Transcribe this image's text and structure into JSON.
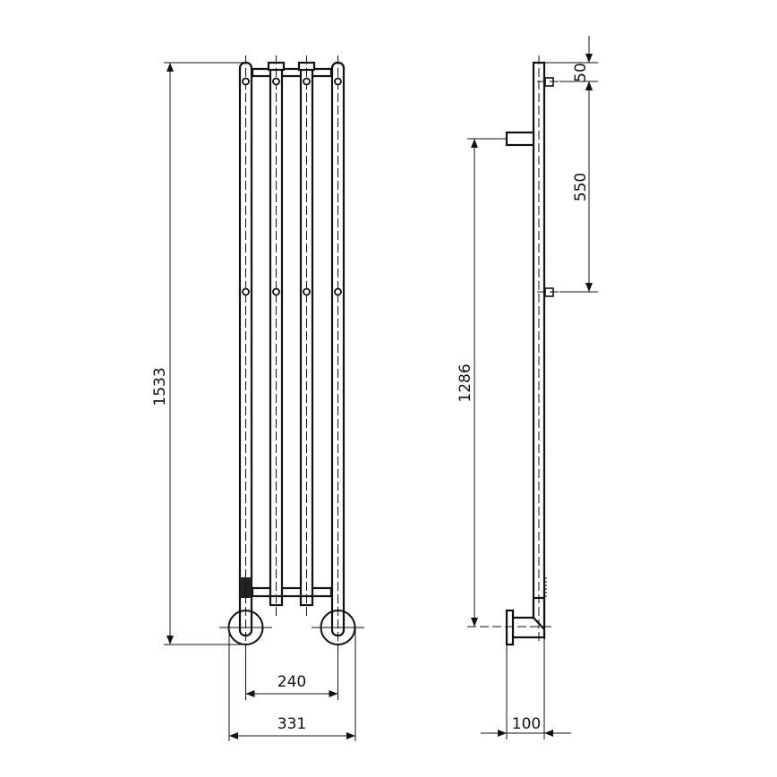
{
  "front_view": {
    "dimensions": {
      "height": "1533",
      "centers_width": "240",
      "overall_width": "331"
    }
  },
  "side_view": {
    "dimensions": {
      "top_offset": "50",
      "bracket_spacing": "550",
      "hook_height": "1286",
      "depth": "100"
    }
  },
  "colors": {
    "line": "#111111",
    "background": "#ffffff"
  }
}
